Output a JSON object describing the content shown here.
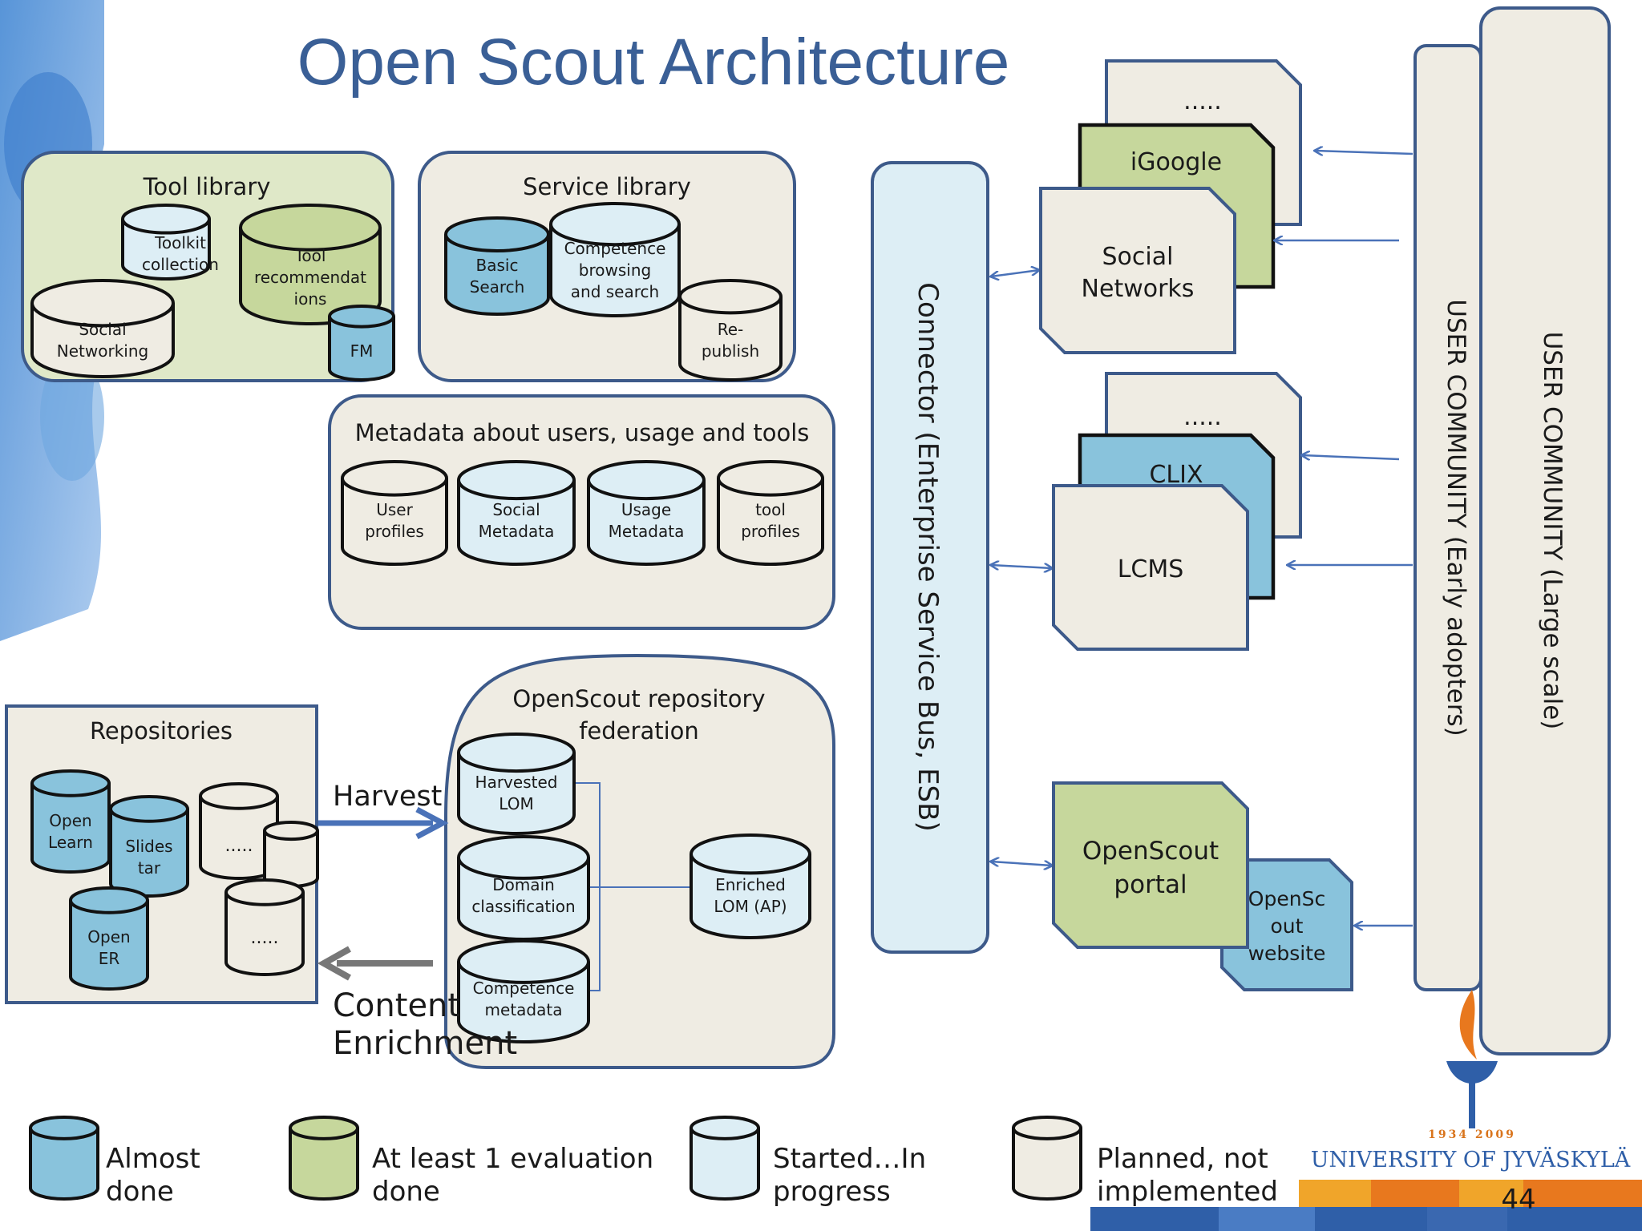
{
  "title": "Open Scout Architecture",
  "colors": {
    "almost_done": "#89c3dc",
    "evaluated": "#c6d79c",
    "in_progress": "#ddeef5",
    "planned": "#efece3",
    "box_green": "#dfe8c8",
    "box_beige": "#efece3",
    "connector": "#ddeef5",
    "border": "#3d5a8a",
    "arrow": "#4a72b8"
  },
  "tool_library": {
    "title": "Tool library",
    "items": [
      "Toolkit collection",
      "Tool recommendat ions",
      "Social Networking",
      "FM"
    ]
  },
  "service_library": {
    "title": "Service library",
    "items": [
      "Basic Search",
      "Competence browsing and search",
      "Re- publish"
    ]
  },
  "metadata": {
    "title": "Metadata about users, usage and tools",
    "items": [
      "User profiles",
      "Social Metadata",
      "Usage Metadata",
      "tool profiles"
    ]
  },
  "repositories": {
    "title": "Repositories",
    "items": [
      "Open Learn",
      "Slides tar",
      "Open ER",
      ".....",
      "....."
    ]
  },
  "federation": {
    "title": "OpenScout repository federation",
    "items": [
      "Harvested LOM",
      "Domain classification",
      "Competence metadata",
      "Enriched LOM (AP)"
    ]
  },
  "flows": {
    "harvest": "Harvest",
    "enrichment": "Content Enrichment"
  },
  "connector": "Connector (Enterprise Service Bus, ESB)",
  "external": {
    "group1": [
      ".....",
      "iGoogle",
      "Social Networks"
    ],
    "group2": [
      ".....",
      "CLIX",
      "LCMS"
    ],
    "portal": "OpenScout portal",
    "website": "OpenSc out website"
  },
  "communities": {
    "early": "USER COMMUNITY (Early adopters)",
    "large": "USER COMMUNITY (Large scale)"
  },
  "legend": [
    {
      "label": "Almost done",
      "color": "#89c3dc"
    },
    {
      "label": "At least 1 evaluation done",
      "color": "#c6d79c"
    },
    {
      "label": "Started…In progress",
      "color": "#ddeef5"
    },
    {
      "label": "Planned, not implemented",
      "color": "#efece3"
    }
  ],
  "footer": {
    "years": "1934   2009",
    "university": "UNIVERSITY OF JYVÄSKYLÄ",
    "page_number": "44"
  }
}
